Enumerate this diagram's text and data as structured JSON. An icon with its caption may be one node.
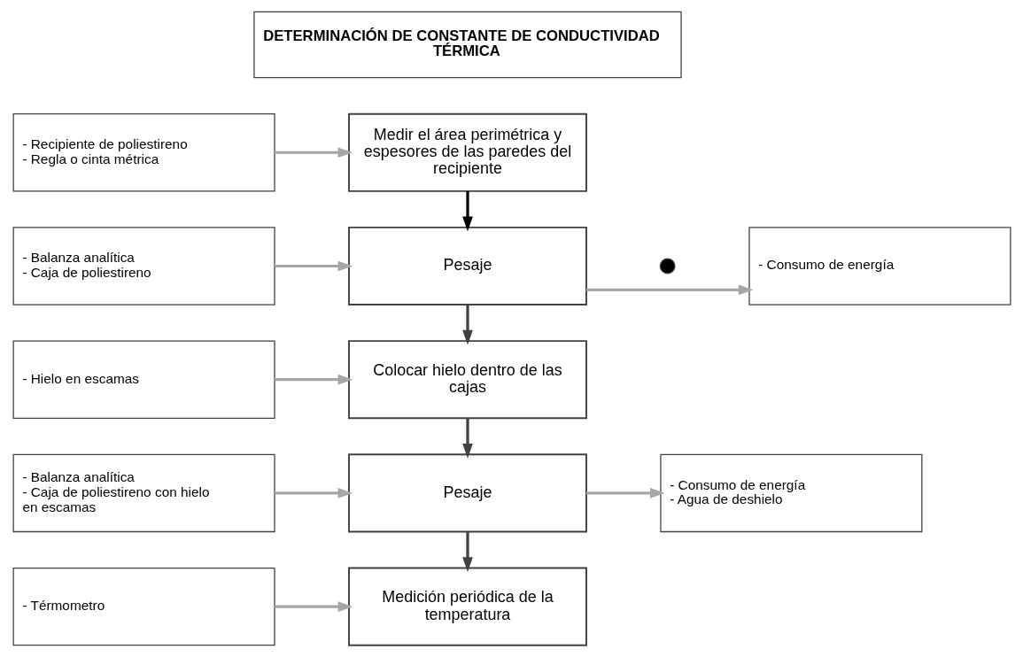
{
  "diagram": {
    "nodes": [
      {
        "text": [
          "DETERMINACIÓN DE CONSTANTE DE CONDUCTIVIDAD TÉRMICA"
        ]
      },
      {
        "text": [
          "- Recipiente de poliestireno",
          "- Regla o cinta métrica"
        ]
      },
      {
        "text": [
          "Medir el área perimétrica y espesores de las paredes del recipiente"
        ]
      },
      {
        "text": [
          "- Balanza analítica",
          "- Caja de poliestireno"
        ]
      },
      {
        "text": [
          "Pesaje"
        ]
      },
      {
        "text": [],
        "shape": "circle"
      },
      {
        "text": [
          "- Consumo de energía"
        ]
      },
      {
        "text": [
          "- Hielo en escamas"
        ]
      },
      {
        "text": [
          "Colocar hielo dentro de las cajas"
        ]
      },
      {
        "text": [
          "- Balanza analítica",
          "- Caja de poliestireno con hielo en escamas"
        ]
      },
      {
        "text": [
          "Pesaje"
        ]
      },
      {
        "text": [
          "- Consumo de energía",
          "- Agua de deshielo"
        ]
      },
      {
        "text": [
          "- Térmometro"
        ]
      },
      {
        "text": [
          "Medición periódica de la temperatura"
        ]
      }
    ],
    "edges": [
      {
        "from": 1,
        "to": 2,
        "arrow": "to"
      },
      {
        "from": 2,
        "to": 4,
        "arrow": "to",
        "color": "#000000"
      },
      {
        "from": 3,
        "to": 4,
        "arrow": "to"
      },
      {
        "from": 4,
        "to": 6,
        "arrow": "to"
      },
      {
        "from": 4,
        "to": 8,
        "arrow": "to",
        "color": "#404040"
      },
      {
        "from": 7,
        "to": 8,
        "arrow": "to"
      },
      {
        "from": 8,
        "to": 10,
        "arrow": "to",
        "color": "#404040"
      },
      {
        "from": 9,
        "to": 10,
        "arrow": "to"
      },
      {
        "from": 10,
        "to": 11,
        "arrow": "to"
      },
      {
        "from": 10,
        "to": 13,
        "arrow": "to",
        "color": "#404040"
      },
      {
        "from": 12,
        "to": 13,
        "arrow": "to"
      }
    ]
  }
}
